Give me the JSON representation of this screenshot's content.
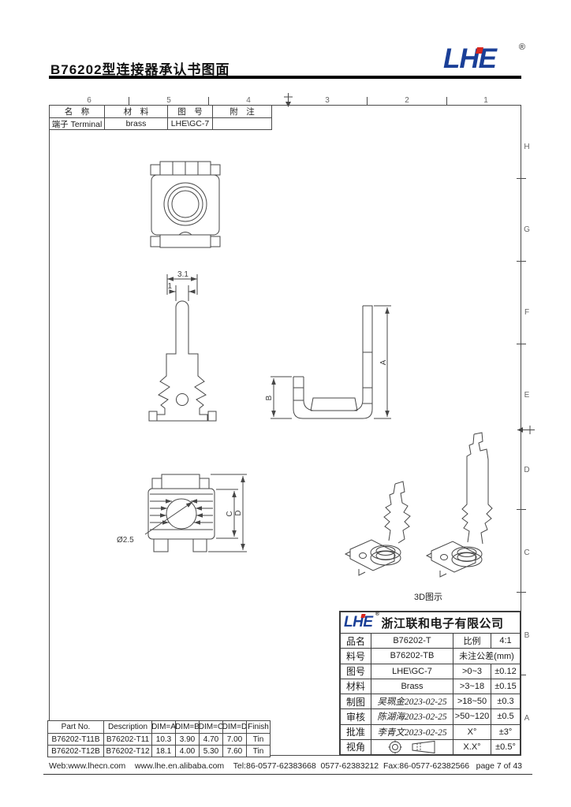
{
  "page": {
    "title": "B76202型连接器承认书图面",
    "footer_links": "Web:www.lhecn.com    www.lhe.en.alibaba.com    Tel:86-0577-62383668  0577-62383212  Fax:86-0577-62382566",
    "page_number": "page 7 of 43"
  },
  "logo": {
    "text": "LHE",
    "registered": "®",
    "blue": "#1a3f97",
    "red": "#d9261c"
  },
  "frame": {
    "top_labels": [
      "6",
      "5",
      "4",
      "3",
      "2",
      "1"
    ],
    "right_labels": [
      "H",
      "G",
      "F",
      "E",
      "D",
      "C",
      "B",
      "A"
    ]
  },
  "material_table": {
    "headers": [
      "名　称",
      "材　料",
      "图　号",
      "附　注"
    ],
    "row": [
      "端子 Terminal",
      "brass",
      "LHE\\GC-7",
      ""
    ]
  },
  "dims": {
    "front_total": "3.1",
    "front_pin": "1",
    "side_height": "A",
    "side_left": "B",
    "bottom_inner": "C",
    "bottom_outer": "D",
    "hole_dia": "Ø2.5",
    "view3d_label": "3D图示"
  },
  "title_block": {
    "company": "浙江联和电子有限公司",
    "rows": [
      {
        "label": "品名",
        "value": "B76202-T",
        "t1": "比例",
        "t2": "4:1"
      },
      {
        "label": "料号",
        "value": "B76202-TB",
        "t1": "未注公差(mm)",
        "t2": ""
      },
      {
        "label": "图号",
        "value": "LHE\\GC-7",
        "t1": ">0~3",
        "t2": "±0.12"
      },
      {
        "label": "材料",
        "value": "Brass",
        "t1": ">3~18",
        "t2": "±0.15"
      },
      {
        "label": "制图",
        "value": "吴珮金2023-02-25",
        "t1": ">18~50",
        "t2": "±0.3"
      },
      {
        "label": "审核",
        "value": "陈湖海2023-02-25",
        "t1": ">50~120",
        "t2": "±0.5"
      },
      {
        "label": "批准",
        "value": "李青文2023-02-25",
        "t1": "X°",
        "t2": "±3°"
      },
      {
        "label": "视角",
        "value": "",
        "t1": "X.X°",
        "t2": "±0.5°"
      }
    ]
  },
  "parts_table": {
    "headers": [
      "Part No.",
      "Description",
      "DIM=A",
      "DIM=B",
      "DIM=C",
      "DIM=D",
      "Finish"
    ],
    "rows": [
      [
        "B76202-T11B",
        "B76202-T11",
        "10.3",
        "3.90",
        "4.70",
        "7.00",
        "Tin"
      ],
      [
        "B76202-T12B",
        "B76202-T12",
        "18.1",
        "4.00",
        "5.30",
        "7.60",
        "Tin"
      ]
    ]
  }
}
